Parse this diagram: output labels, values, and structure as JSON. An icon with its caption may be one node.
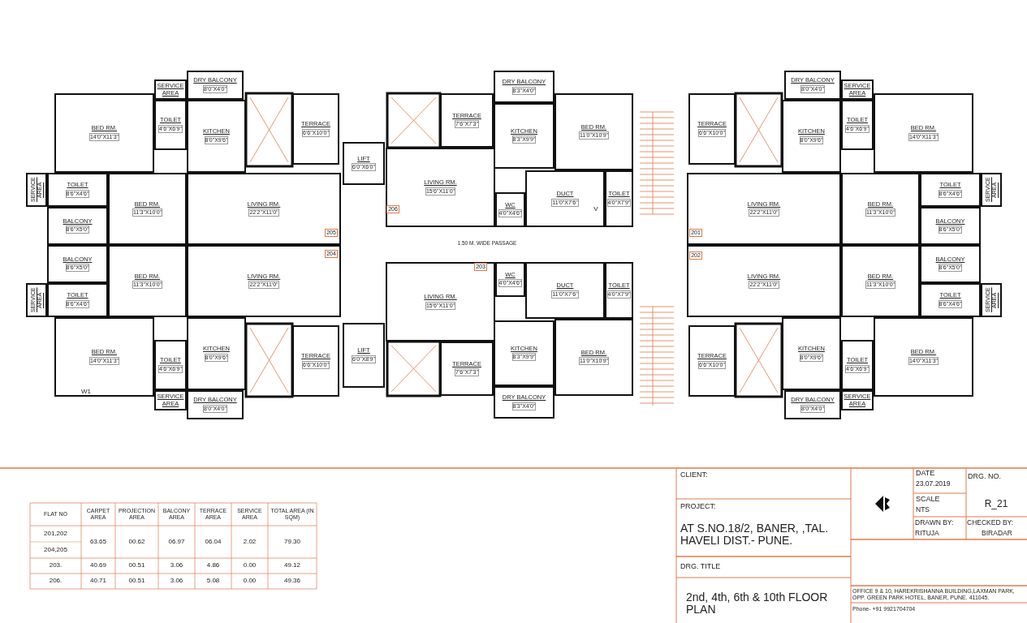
{
  "diagram": {
    "nodes": [
      {
        "text": [
          "SERVICE AREA"
        ]
      },
      {
        "text": [
          "DRY BALCONY",
          "8'0\"X4'0\""
        ]
      },
      {
        "text": [
          "BED RM.",
          "14'0\"X11'3\""
        ]
      },
      {
        "text": [
          "TOILET",
          "4'6\"X6'9\""
        ]
      },
      {
        "text": [
          "KITCHEN",
          "8'0\"X9'6\""
        ]
      },
      {
        "text": [
          "TERRACE",
          "6'6\"X10'0\""
        ]
      },
      {
        "text": [
          "TOILET",
          "8'6\"X4'6\""
        ]
      },
      {
        "text": [
          "SERVICE AREA"
        ]
      },
      {
        "text": [
          "BED RM.",
          "11'3\"X10'0\""
        ]
      },
      {
        "text": [
          "BALCONY",
          "8'6\"X5'0\""
        ]
      },
      {
        "text": [
          "LIVING RM.",
          "22'2\"X11'0\""
        ]
      },
      {
        "text": [
          "LIFT",
          "6'0\"X6'0\""
        ]
      },
      {
        "text": [
          "TERRACE",
          "7'6\"X7'3\""
        ]
      },
      {
        "text": [
          "DRY BALCONY",
          "8'3\"X4'0\""
        ]
      },
      {
        "text": [
          "KITCHEN",
          "8'3\"X9'9\""
        ]
      },
      {
        "text": [
          "BED RM.",
          "11'0\"X10'9\""
        ]
      },
      {
        "text": [
          "LIVING RM.",
          "15'6\"X11'0\""
        ]
      },
      {
        "text": [
          "WC",
          "4'0\"X4'6\""
        ]
      },
      {
        "text": [
          "DUCT",
          "11'0\"X7'6\""
        ]
      },
      {
        "text": [
          "TOILET",
          "4'0\"X7'9\""
        ]
      },
      {
        "text": [
          "SERVICE AREA"
        ]
      },
      {
        "text": [
          "DRY BALCONY",
          "8'0\"X4'0\""
        ]
      },
      {
        "text": [
          "BED RM.",
          "14'0\"X11'3\""
        ]
      },
      {
        "text": [
          "TOILET",
          "4'6\"X6'9\""
        ]
      },
      {
        "text": [
          "KITCHEN",
          "8'0\"X9'6\""
        ]
      },
      {
        "text": [
          "TERRACE",
          "6'6\"X10'0\""
        ]
      },
      {
        "text": [
          "TOILET",
          "8'6\"X4'6\""
        ]
      },
      {
        "text": [
          "SERVICE AREA"
        ]
      },
      {
        "text": [
          "BED RM.",
          "11'3\"X10'0\""
        ]
      },
      {
        "text": [
          "BALCONY",
          "8'6\"X5'0\""
        ]
      },
      {
        "text": [
          "LIVING RM.",
          "22'2\"X11'0\""
        ]
      },
      {
        "text": [
          "SERVICE AREA"
        ]
      },
      {
        "text": [
          "DRY BALCONY",
          "8'0\"X4'0\""
        ]
      },
      {
        "text": [
          "BED RM.",
          "14'0\"X11'3\""
        ]
      },
      {
        "text": [
          "TOILET",
          "4'6\"X6'9\""
        ]
      },
      {
        "text": [
          "KITCHEN",
          "8'0\"X9'6\""
        ]
      },
      {
        "text": [
          "TERRACE",
          "6'6\"X10'0\""
        ]
      },
      {
        "text": [
          "TOILET",
          "8'6\"X4'6\""
        ]
      },
      {
        "text": [
          "SERVICE AREA"
        ]
      },
      {
        "text": [
          "BED RM.",
          "11'3\"X10'0\""
        ]
      },
      {
        "text": [
          "BALCONY",
          "8'6\"X5'0\""
        ]
      },
      {
        "text": [
          "LIVING RM.",
          "22'2\"X11'0\""
        ]
      },
      {
        "text": [
          "LIFT",
          "6'0\"X8'9\""
        ]
      },
      {
        "text": [
          "TERRACE",
          "7'6\"X7'3\""
        ]
      },
      {
        "text": [
          "DRY BALCONY",
          "8'3\"X4'0\""
        ]
      },
      {
        "text": [
          "KITCHEN",
          "8'3\"X9'9\""
        ]
      },
      {
        "text": [
          "BED RM.",
          "11'0\"X10'9\""
        ]
      },
      {
        "text": [
          "LIVING RM.",
          "15'6\"X11'0\""
        ]
      },
      {
        "text": [
          "WC",
          "4'0\"X4'6\""
        ]
      },
      {
        "text": [
          "DUCT",
          "11'0\"X7'6\""
        ]
      },
      {
        "text": [
          "TOILET",
          "4'0\"X7'9\""
        ]
      },
      {
        "text": [
          "SERVICE AREA"
        ]
      },
      {
        "text": [
          "DRY BALCONY",
          "8'0\"X4'0\""
        ]
      },
      {
        "text": [
          "BED RM.",
          "14'0\"X11'3\""
        ]
      },
      {
        "text": [
          "TOILET",
          "4'6\"X6'9\""
        ]
      },
      {
        "text": [
          "KITCHEN",
          "8'0\"X9'6\""
        ]
      },
      {
        "text": [
          "TERRACE",
          "6'6\"X10'0\""
        ]
      },
      {
        "text": [
          "TOILET",
          "8'6\"X4'6\""
        ]
      },
      {
        "text": [
          "SERVICE AREA"
        ]
      },
      {
        "text": [
          "BED RM.",
          "11'3\"X10'0\""
        ]
      },
      {
        "text": [
          "BALCONY",
          "8'6\"X5'0\""
        ]
      },
      {
        "text": [
          "LIVING RM.",
          "22'2\"X11'0\""
        ]
      }
    ],
    "labels": [
      "206",
      "205",
      "201",
      "1.50 M. WIDE PASSAGE",
      "204",
      "202",
      "203",
      "V",
      "W1",
      "FLAT NO",
      "CARPET AREA",
      "PROJECTION AREA",
      "BALCONY AREA",
      "TERRACE AREA",
      "SERVICE AREA",
      "TOTAL AREA (IN SQM)",
      "201,202",
      "63.65",
      "00.62",
      "06.97",
      "06.04",
      "2.02",
      "79.30",
      "204,205",
      "203.",
      "40.69",
      "00.51",
      "3.06",
      "4.86",
      "0.00",
      "49.12",
      "206.",
      "40.71",
      "00.51",
      "3.06",
      "5.08",
      "0.00",
      "49.36",
      "CLIENT:",
      "PROJECT:",
      "AT S.NO.18/2, BANER, ,TAL. HAVELI DIST.- PUNE.",
      "DRG. TITLE",
      "2nd, 4th, 6th & 10th FLOOR PLAN",
      "DATE",
      "23.07.2019",
      "DRG. NO.",
      "SCALE",
      "NTS",
      "R_21",
      "DRAWN BY:",
      "RITUJA",
      "CHECKED BY:",
      "BIRADAR",
      "OFFICE 9 & 10, HAREKRISHANNA BUILDING,LAXMAN PARK, OPP. GREEN PARK HOTEL, BANER, PUNE. 411045.",
      "Phone- +91 9921704704"
    ]
  }
}
